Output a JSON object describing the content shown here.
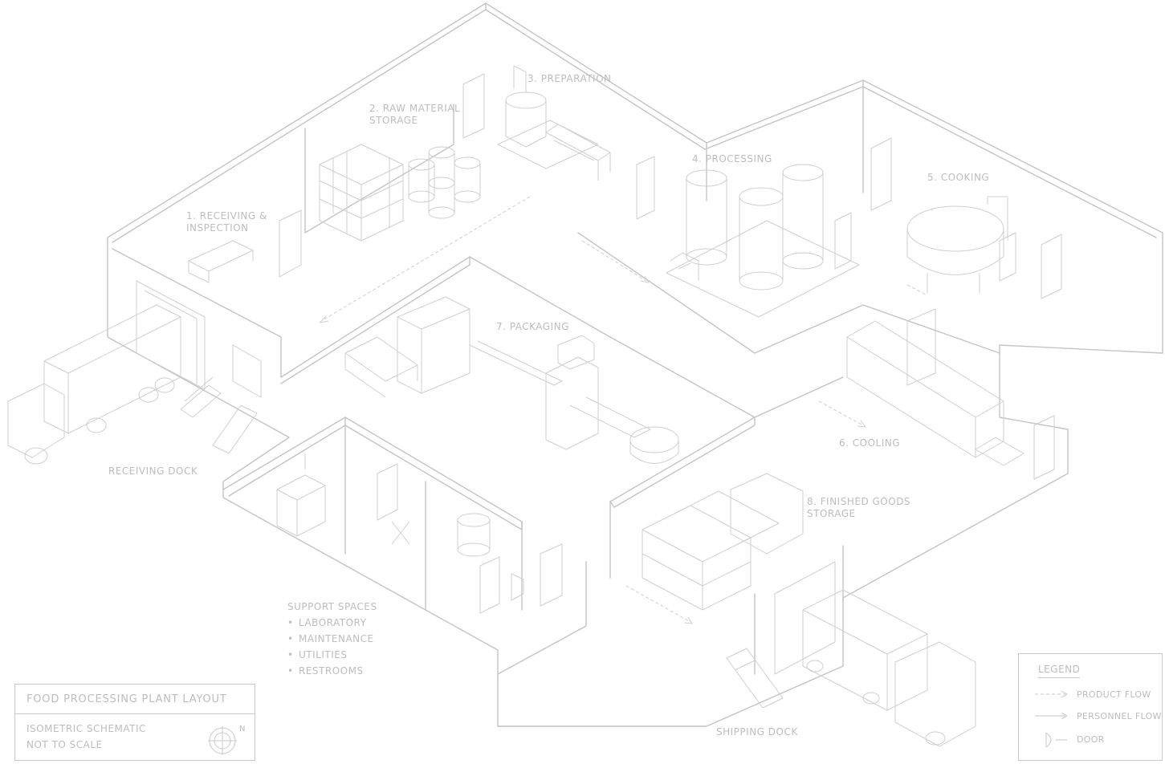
{
  "areas": {
    "receiving": "1. RECEIVING &\nINSPECTION",
    "raw_storage": "2. RAW MATERIAL\nSTORAGE",
    "preparation": "3. PREPARATION",
    "processing": "4. PROCESSING",
    "cooking": "5. COOKING",
    "cooling": "6. COOLING",
    "packaging": "7. PACKAGING",
    "finished_storage": "8. FINISHED GOODS\nSTORAGE",
    "receiving_dock": "RECEIVING DOCK",
    "shipping_dock": "SHIPPING DOCK"
  },
  "support": {
    "title": "SUPPORT SPACES",
    "items": [
      "LABORATORY",
      "MAINTENANCE",
      "UTILITIES",
      "RESTROOMS"
    ]
  },
  "title_block": {
    "title": "FOOD PROCESSING PLANT LAYOUT",
    "line1": "ISOMETRIC SCHEMATIC",
    "line2": "NOT TO SCALE",
    "north": "N"
  },
  "legend": {
    "heading": "LEGEND",
    "items": [
      "PRODUCT FLOW",
      "PERSONNEL FLOW",
      "DOOR"
    ]
  },
  "colors": {
    "line": "#c4c4c4",
    "text": "#bdbdbd",
    "background": "#ffffff"
  }
}
